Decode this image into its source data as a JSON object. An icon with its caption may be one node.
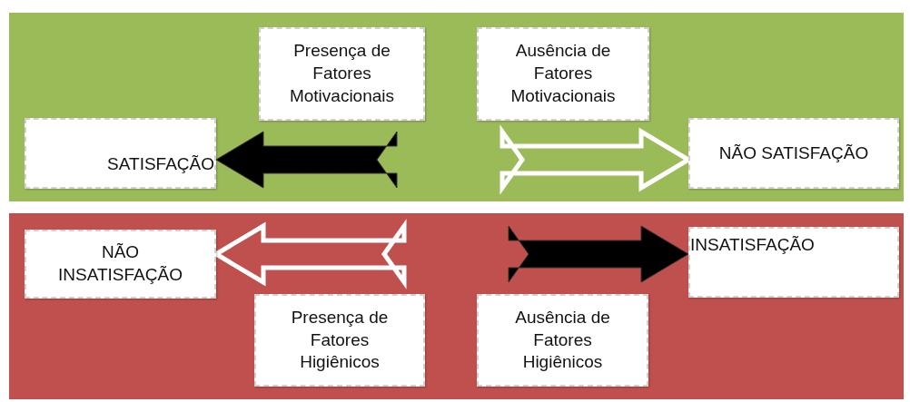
{
  "diagram": {
    "nodes": [
      {
        "text": [],
        "shape": "band"
      },
      {
        "text": [
          "Presença de Fatores Motivacionais"
        ],
        "in": 0
      },
      {
        "text": [
          "Ausência de Fatores Motivacionais"
        ],
        "in": 0
      },
      {
        "text": [
          "SATISFAÇÃO"
        ],
        "in": 0
      },
      {
        "text": [
          "NÃO SATISFAÇÃO"
        ],
        "in": 0
      },
      {
        "text": [],
        "shape": "band"
      },
      {
        "text": [
          "NÃO INSATISFAÇÃO"
        ],
        "in": 5
      },
      {
        "text": [
          "INSATISFAÇÃO"
        ],
        "in": 5
      },
      {
        "text": [
          "Presença de Fatores Higiênicos"
        ],
        "in": 5
      },
      {
        "text": [
          "Ausência de Fatores Higiênicos"
        ],
        "in": 5
      }
    ],
    "edges": [
      {
        "from": null,
        "to": 3,
        "arrow": "to",
        "style": "thick",
        "color": "#000000"
      },
      {
        "from": null,
        "to": 4,
        "arrow": "to",
        "style": "thick",
        "color": "#ffffff"
      },
      {
        "from": null,
        "to": 6,
        "arrow": "to",
        "style": "thick",
        "color": "#ffffff"
      },
      {
        "from": null,
        "to": 7,
        "arrow": "to",
        "style": "thick",
        "color": "#000000"
      }
    ]
  }
}
